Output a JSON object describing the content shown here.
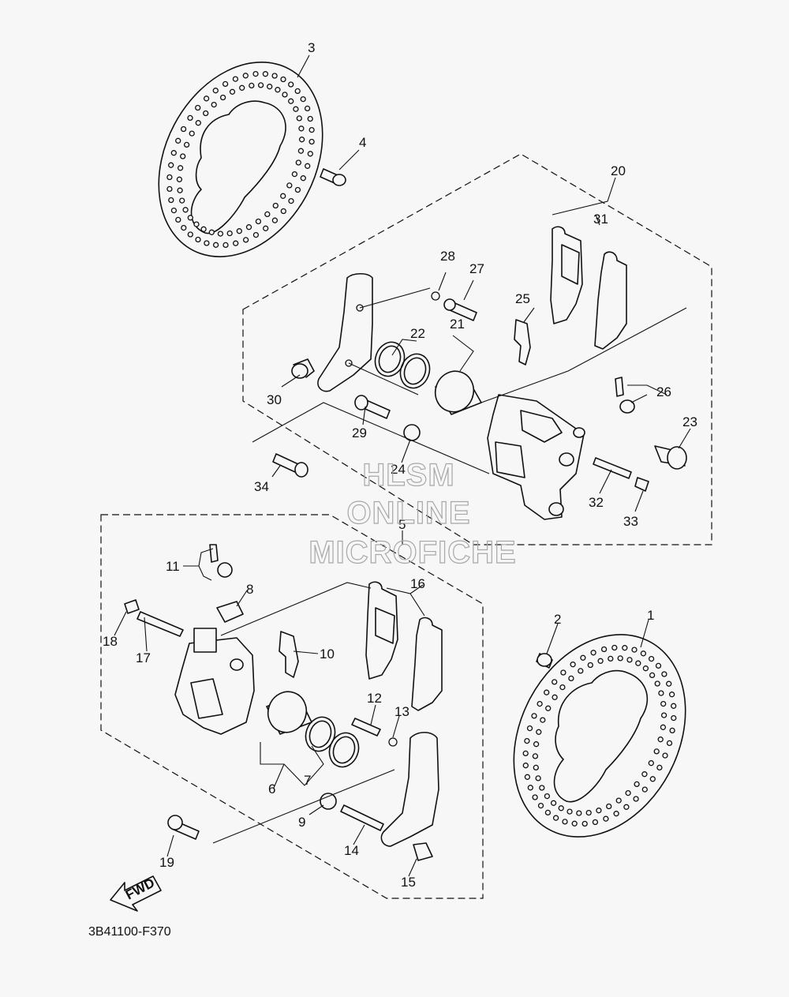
{
  "diagram_code": "3B41100-F370",
  "watermark": [
    "HLSM",
    "ONLINE",
    "MICROFICHE"
  ],
  "fwd_label": "FWD",
  "callouts": [
    "1",
    "2",
    "3",
    "4",
    "5",
    "6",
    "7",
    "8",
    "9",
    "10",
    "11",
    "12",
    "13",
    "14",
    "15",
    "16",
    "17",
    "18",
    "19",
    "20",
    "21",
    "22",
    "23",
    "24",
    "25",
    "26",
    "27",
    "28",
    "29",
    "30",
    "31",
    "32",
    "33",
    "34"
  ]
}
